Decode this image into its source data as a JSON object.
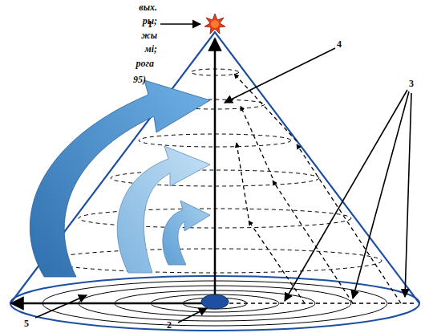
{
  "diagram": {
    "labels": [
      "вых.",
      "ры;",
      "жы",
      "мі;",
      "рога",
      "95)",
      "1",
      "4",
      "3",
      "5",
      "2"
    ]
  }
}
